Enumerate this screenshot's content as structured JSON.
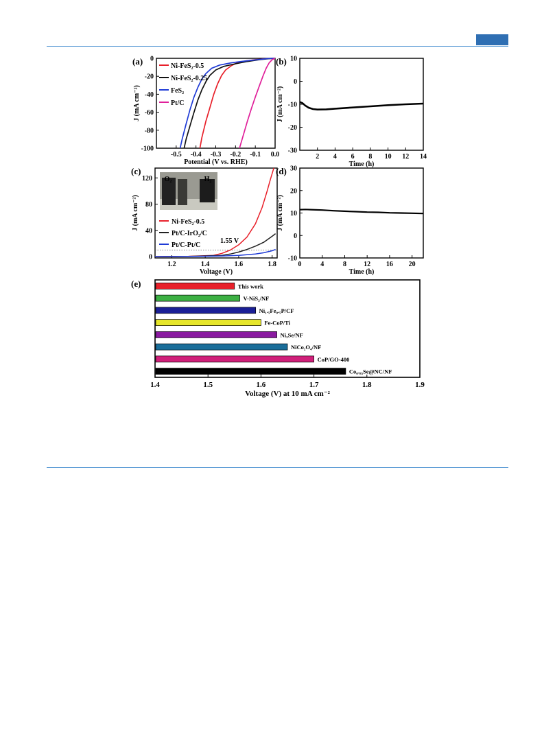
{
  "panels": {
    "a": {
      "label": "(a)",
      "chart_data": {
        "type": "line",
        "xlabel": "Potential (V vs. RHE)",
        "ylabel": "J (mA cm⁻²)",
        "xlim": [
          -0.6,
          0.0
        ],
        "ylim": [
          -100,
          0
        ],
        "xticks": [
          "-0.5",
          "-0.4",
          "-0.3",
          "-0.2",
          "-0.1",
          "0.0"
        ],
        "yticks": [
          "0",
          "-20",
          "-40",
          "-60",
          "-80",
          "-100"
        ],
        "legend": "top-left",
        "series": [
          {
            "name": "Ni-FeS₂-0.5",
            "color": "#e8202a",
            "x": [
              -0.38,
              -0.37,
              -0.35,
              -0.33,
              -0.31,
              -0.29,
              -0.27,
              -0.25,
              -0.22,
              -0.19,
              -0.15,
              -0.1,
              -0.06,
              -0.03,
              0.0
            ],
            "y": [
              -100,
              -88,
              -70,
              -55,
              -40,
              -28,
              -19,
              -13,
              -8,
              -5,
              -3,
              -1.5,
              -0.7,
              -0.2,
              0
            ]
          },
          {
            "name": "Ni-FeS₂-0.25",
            "color": "#111111",
            "x": [
              -0.46,
              -0.45,
              -0.43,
              -0.41,
              -0.39,
              -0.37,
              -0.35,
              -0.33,
              -0.3,
              -0.26,
              -0.2,
              -0.14,
              -0.08,
              -0.03,
              0.0
            ],
            "y": [
              -100,
              -90,
              -75,
              -60,
              -46,
              -35,
              -26,
              -19,
              -13,
              -9,
              -6,
              -3.5,
              -1.5,
              -0.4,
              0
            ]
          },
          {
            "name": "FeS₂",
            "color": "#1f3bd6",
            "x": [
              -0.48,
              -0.47,
              -0.45,
              -0.43,
              -0.41,
              -0.39,
              -0.37,
              -0.35,
              -0.32,
              -0.28,
              -0.22,
              -0.15,
              -0.09,
              -0.04,
              0.0
            ],
            "y": [
              -100,
              -90,
              -73,
              -57,
              -43,
              -32,
              -23,
              -17,
              -11,
              -7.5,
              -5,
              -3,
              -1.5,
              -0.4,
              0
            ]
          },
          {
            "name": "Pt/C",
            "color": "#e0209a",
            "x": [
              -0.18,
              -0.16,
              -0.14,
              -0.12,
              -0.1,
              -0.08,
              -0.06,
              -0.045,
              -0.03,
              -0.015,
              0.0
            ],
            "y": [
              -100,
              -85,
              -70,
              -56,
              -43,
              -31,
              -19,
              -11,
              -5,
              -1.5,
              0
            ]
          }
        ]
      }
    },
    "b": {
      "label": "(b)",
      "chart_data": {
        "type": "line",
        "xlabel": "Time (h)",
        "ylabel": "J (mA cm⁻²)",
        "xlim": [
          0,
          14
        ],
        "ylim": [
          -30,
          10
        ],
        "xticks": [
          "2",
          "4",
          "6",
          "8",
          "10",
          "12",
          "14"
        ],
        "yticks": [
          "10",
          "0",
          "-10",
          "-20",
          "-30"
        ],
        "series": [
          {
            "name": "",
            "color": "#000000",
            "x": [
              0,
              0.3,
              0.6,
              1.0,
              1.5,
              2.0,
              3.0,
              4.0,
              6.0,
              8.0,
              10.0,
              12.0,
              14.0
            ],
            "y": [
              -9,
              -9.5,
              -10.5,
              -11.5,
              -12.1,
              -12.3,
              -12.2,
              -11.9,
              -11.4,
              -10.9,
              -10.4,
              -10.0,
              -9.7
            ]
          }
        ]
      }
    },
    "c": {
      "label": "(c)",
      "chart_data": {
        "type": "line",
        "xlabel": "Voltage (V)",
        "ylabel": "J (mA cm⁻²)",
        "xlim": [
          1.1,
          1.83
        ],
        "ylim": [
          -2,
          135
        ],
        "xticks": [
          "1.2",
          "1.4",
          "1.6",
          "1.8"
        ],
        "yticks": [
          "0",
          "40",
          "80",
          "120"
        ],
        "legend": "center-left",
        "annotation": "1.55 V",
        "inset_labels": {
          "left": "O₂",
          "right": "H₂"
        },
        "reference_line_y": 10,
        "series": [
          {
            "name": "Ni-FeS₂-0.5",
            "color": "#e8202a",
            "x": [
              1.1,
              1.3,
              1.45,
              1.5,
              1.55,
              1.6,
              1.65,
              1.7,
              1.74,
              1.77,
              1.79,
              1.81
            ],
            "y": [
              0,
              0.5,
              2,
              5,
              10,
              18,
              30,
              50,
              75,
              100,
              118,
              135
            ]
          },
          {
            "name": "Pt/C-IrO₂/C",
            "color": "#222222",
            "x": [
              1.1,
              1.3,
              1.5,
              1.55,
              1.6,
              1.65,
              1.7,
              1.75,
              1.8,
              1.82
            ],
            "y": [
              0,
              0.3,
              2,
              4,
              7,
              11,
              16,
              22,
              31,
              35
            ]
          },
          {
            "name": "Pt/C-Pt/C",
            "color": "#1f3bd6",
            "x": [
              1.1,
              1.3,
              1.5,
              1.6,
              1.7,
              1.75,
              1.8,
              1.82
            ],
            "y": [
              0,
              0.2,
              1,
              2,
              4,
              6,
              9,
              11
            ]
          }
        ]
      }
    },
    "d": {
      "label": "(d)",
      "chart_data": {
        "type": "line",
        "xlabel": "Time (h)",
        "ylabel": "J (mA cm⁻²)",
        "xlim": [
          0,
          22
        ],
        "ylim": [
          -10,
          30
        ],
        "xticks": [
          "0",
          "4",
          "8",
          "12",
          "16",
          "20"
        ],
        "yticks": [
          "30",
          "20",
          "10",
          "0",
          "-10"
        ],
        "series": [
          {
            "name": "",
            "color": "#000000",
            "x": [
              0,
              1,
              2,
              4,
              6,
              8,
              10,
              12,
              14,
              16,
              18,
              20,
              22
            ],
            "y": [
              11.5,
              11.6,
              11.5,
              11.3,
              11.0,
              10.8,
              10.6,
              10.4,
              10.3,
              10.1,
              10.0,
              9.9,
              9.8
            ]
          }
        ]
      }
    },
    "e": {
      "label": "(e)",
      "chart_data": {
        "type": "bar",
        "xlabel": "Voltage (V) at 10 mA cm⁻²",
        "xlim": [
          1.4,
          1.9
        ],
        "xticks": [
          "1.4",
          "1.5",
          "1.6",
          "1.7",
          "1.8",
          "1.9"
        ],
        "categories": [
          "This work",
          "V-NiS₂/NF",
          "Ni₁.₅Fe₀.₅P/CF",
          "Fe-CoP/Ti",
          "Ni₃Se/NF",
          "NiCo₂O₄/NF",
          "CoP/GO-400",
          "Co₀.₈₅Se@NC/NF"
        ],
        "values": [
          1.55,
          1.56,
          1.59,
          1.6,
          1.63,
          1.65,
          1.7,
          1.76
        ],
        "colors": [
          "#e8202a",
          "#3cb043",
          "#1a1f96",
          "#e6e62a",
          "#8a1aa0",
          "#1a6e9a",
          "#d0207a",
          "#000000"
        ],
        "highlight_label_color": "#e8202a"
      }
    }
  }
}
